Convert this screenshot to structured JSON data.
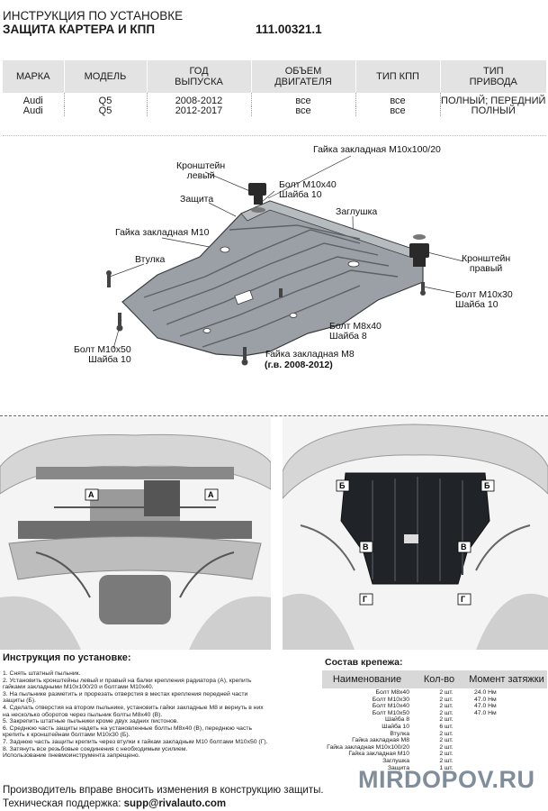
{
  "header": {
    "line1": "ИНСТРУКЦИЯ ПО УСТАНОВКЕ",
    "line2": "ЗАЩИТА КАРТЕРА И КПП",
    "part_number": "111.00321.1"
  },
  "spec_table": {
    "headers": [
      "МАРКА",
      "МОДЕЛЬ",
      "ГОД\nВЫПУСКА",
      "ОБЪЕМ\nДВИГАТЕЛЯ",
      "ТИП КПП",
      "ТИП\nПРИВОДА"
    ],
    "rows": [
      [
        "Audi",
        "Q5",
        "2008-2012",
        "все",
        "все",
        "ПОЛНЫЙ; ПЕРЕДНИЙ"
      ],
      [
        "Audi",
        "Q5",
        "2012-2017",
        "все",
        "все",
        "ПОЛНЫЙ"
      ]
    ]
  },
  "diagram": {
    "labels": {
      "nut_m10x100": "Гайка закладная M10x100/20",
      "bracket_left": "Кронштейн\nлевый",
      "bolt_m10x40": "Болт M10x40\nШайба 10",
      "shield": "Защита",
      "plug": "Заглушка",
      "nut_m10": "Гайка закладная M10",
      "bushing": "Втулка",
      "bracket_right": "Кронштейн\nправый",
      "bolt_m10x30": "Болт M10x30\nШайба 10",
      "bolt_m8x40": "Болт M8x40\nШайба 8",
      "bolt_m10x50": "Болт M10x50\nШайба 10",
      "nut_m8": "Гайка закладная M8",
      "nut_m8_note": "(г.в. 2008-2012)"
    }
  },
  "photos": {
    "left_markers": [
      "А",
      "А"
    ],
    "right_markers": [
      "Б",
      "Б",
      "В",
      "В",
      "Г",
      "Г"
    ]
  },
  "instructions": {
    "title": "Инструкция по установке:",
    "steps": [
      "1. Снять штатный пыльник.",
      "2. Установить кронштейны левый и правый на балки крепления радиатора (А), крепить",
      "гайками закладными M10x100/20 и болтами M10x40.",
      "3. На пыльнике разметить и прорезать отверстия в местах крепления передней части",
      "защиты (Б).",
      "4. Сделать отверстия на втором пыльнике, установить гайки закладные M8 и вернуть в них",
      "на несколько оборотов через пыльник болты M8x40 (В).",
      "5. Закрепить штатные пыльники кроме двух задних пистонов.",
      "6. Среднюю часть защиты надеть на установленные болты M8x40 (В), переднюю часть",
      "крепить к кронштейнам болтами M10x30 (Б).",
      "7. Заднюю часть защиты крепить через втулки к гайкам закладным M10 болтами M10x50 (Г).",
      "8. Затянуть все резьбовые соединения с необходимым усилием.",
      "   Использование пневмоинструмента запрещено."
    ]
  },
  "fasteners": {
    "title": "Состав крепежа:",
    "headers": [
      "Наименование",
      "Кол-во",
      "Момент затяжки"
    ],
    "rows": [
      [
        "Болт M8x40",
        "2 шт.",
        "24.0 Нм"
      ],
      [
        "Болт M10x30",
        "2 шт.",
        "47.0 Нм"
      ],
      [
        "Болт M10x40",
        "2 шт.",
        "47.0 Нм"
      ],
      [
        "Болт M10x50",
        "2 шт.",
        "47.0 Нм"
      ],
      [
        "Шайба 8",
        "2 шт.",
        ""
      ],
      [
        "Шайба 10",
        "6 шт.",
        ""
      ],
      [
        "Втулка",
        "2 шт.",
        ""
      ],
      [
        "Гайка закладная M8",
        "2 шт.",
        ""
      ],
      [
        "Гайка закладная M10x100/20",
        "2 шт.",
        ""
      ],
      [
        "Гайка закладная M10",
        "2 шт.",
        ""
      ],
      [
        "Заглушка",
        "2 шт.",
        ""
      ],
      [
        "Защита",
        "1 шт.",
        ""
      ]
    ]
  },
  "footer": {
    "line1": "Производитель вправе вносить изменения в конструкцию защиты.",
    "line2_label": "Техническая поддержка: ",
    "line2_link": "supp@rivalauto.com"
  },
  "watermark": "MIRDOPOV.RU",
  "colors": {
    "shield_fill": "#9aa0a6",
    "shield_dark": "#202428",
    "bracket": "#2a2a2a",
    "header_bg": "#e3e3e3",
    "watermark": "#6b7a8a"
  }
}
